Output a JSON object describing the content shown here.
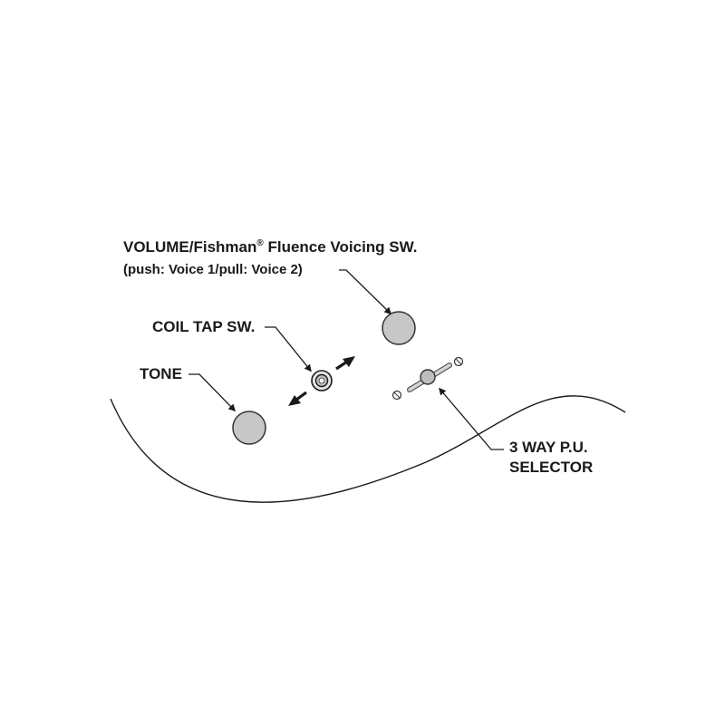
{
  "labels": {
    "volume_line1_a": "VOLUME",
    "volume_line1_b": "Fishman",
    "volume_line1_c": "®",
    "volume_line1_d": " Fluence Voicing SW.",
    "volume_line2": "(push: Voice 1/pull: Voice 2)",
    "coil_tap": "COIL TAP SW.",
    "tone": "TONE",
    "selector_line1": "3 WAY P.U.",
    "selector_line2": "SELECTOR"
  },
  "colors": {
    "knob_fill": "#c7c7c7",
    "outline": "#1a1a1a"
  },
  "icons": {
    "coil_tap_arrows": "double-headed-diagonal-arrow-icon",
    "screws": "screw-icon"
  }
}
